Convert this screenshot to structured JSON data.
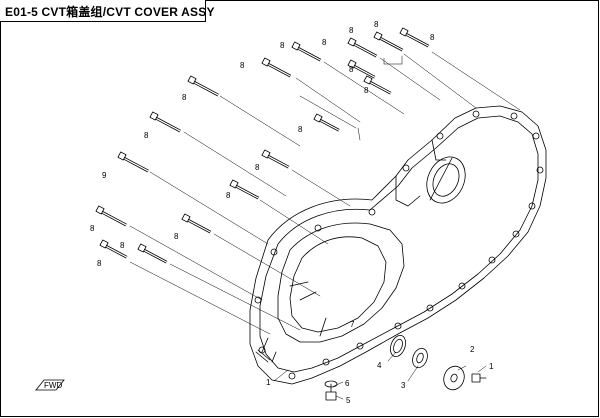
{
  "header": {
    "title": "E01-5 CVT箱盖组/CVT COVER ASSY"
  },
  "colors": {
    "line": "#000000",
    "background": "#ffffff"
  },
  "callouts": {
    "bolt": "8",
    "cover": "1",
    "bolt_long": "9",
    "washer_right": "2",
    "ring": "3",
    "seal": "4",
    "drain_bolt": "5",
    "drain_washer": "6",
    "screw_right": "1",
    "pin": "7"
  },
  "direction_badge": {
    "label": "FWD"
  }
}
